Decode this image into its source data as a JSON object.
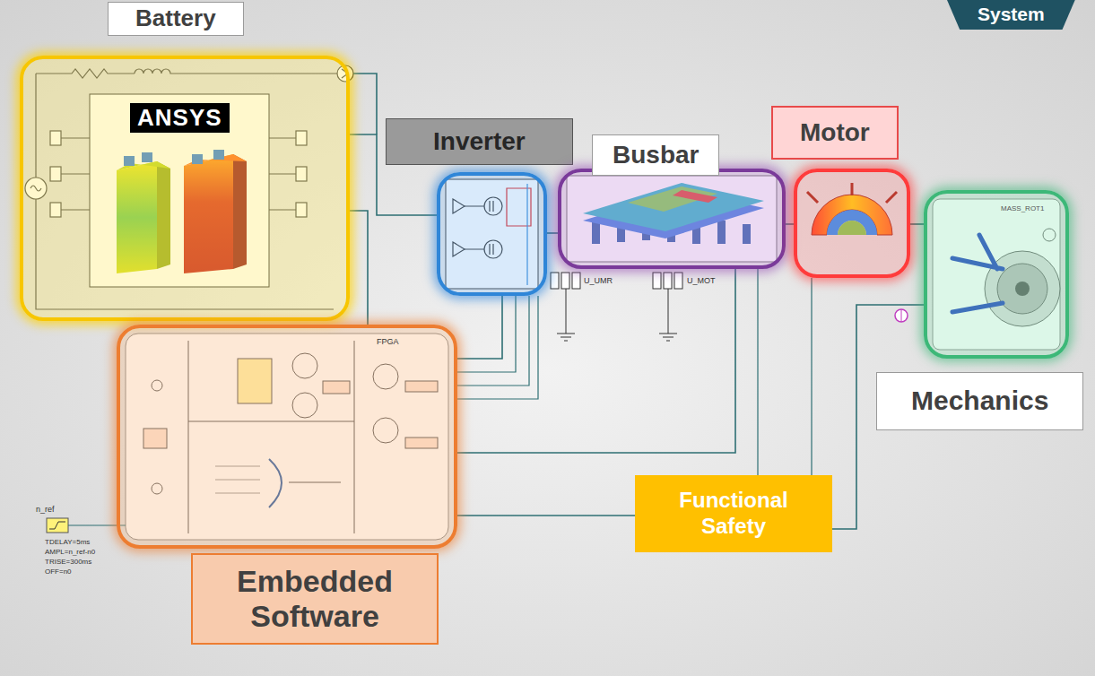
{
  "diagram": {
    "nodes": [
      {
        "text": [
          "System"
        ]
      },
      {
        "text": [
          "Battery"
        ]
      },
      {
        "text": [
          "Inverter"
        ]
      },
      {
        "text": [
          "Busbar"
        ]
      },
      {
        "text": [
          "Motor"
        ]
      },
      {
        "text": [
          "Mechanics"
        ]
      },
      {
        "text": [
          "Embedded Software"
        ]
      },
      {
        "text": [
          "Functional Safety"
        ]
      }
    ],
    "edges": [
      {
        "from": 1,
        "to": 2,
        "arrow": "none"
      },
      {
        "from": 2,
        "to": 3,
        "arrow": "none"
      },
      {
        "from": 3,
        "to": 4,
        "arrow": "none"
      },
      {
        "from": 4,
        "to": 5,
        "arrow": "none"
      },
      {
        "from": 6,
        "to": 2,
        "arrow": "none"
      },
      {
        "from": 6,
        "to": 3,
        "arrow": "none"
      },
      {
        "from": 6,
        "to": 7,
        "arrow": "none"
      },
      {
        "from": 7,
        "to": 5,
        "arrow": "none"
      },
      {
        "from": 1,
        "to": 6,
        "arrow": "none"
      }
    ],
    "labels": [
      "ANSYS",
      "FPGA",
      "n_ref",
      "TDELAY=5ms",
      "AMPL=n_ref-n0",
      "TRISE=300ms",
      "OFF=n0",
      "U_UMR",
      "U_MOT",
      "MASS_ROT1"
    ]
  }
}
